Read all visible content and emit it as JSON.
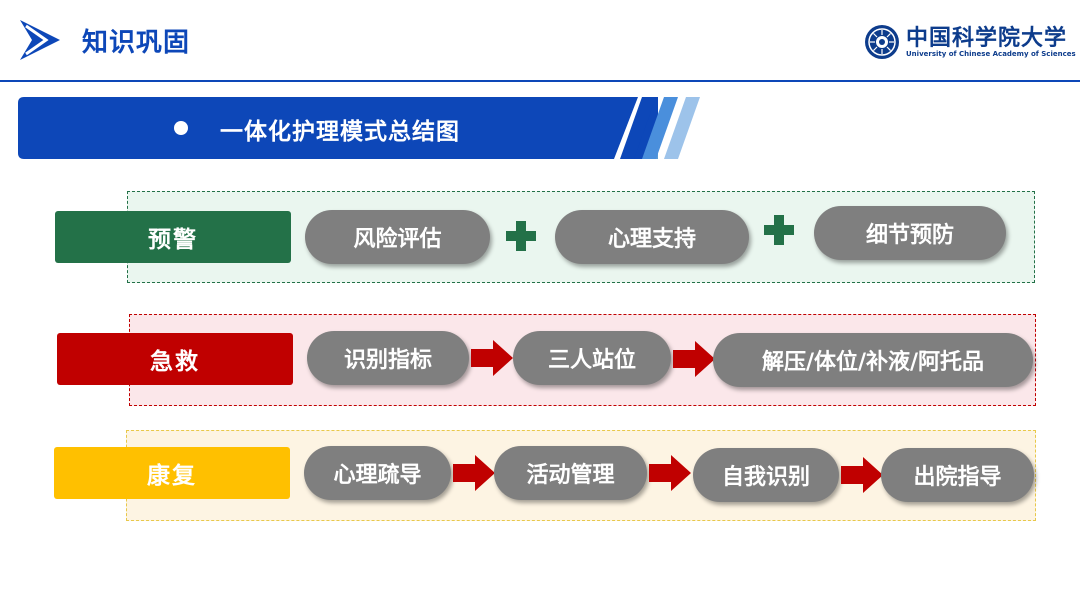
{
  "header": {
    "title": "知识巩固",
    "university_cn": "中国科学院大学",
    "university_en": "University of Chinese Academy of Sciences"
  },
  "banner": {
    "title": "一体化护理模式总结图"
  },
  "colors": {
    "brand_blue": "#0d47b8",
    "warning_green": "#237148",
    "rescue_red": "#c00000",
    "recovery_yellow": "#ffc000",
    "pill_gray": "#7f7f7f"
  },
  "rows": [
    {
      "tag": "预警",
      "connector": "plus-icon",
      "steps": [
        "风险评估",
        "心理支持",
        "细节预防"
      ]
    },
    {
      "tag": "急救",
      "connector": "arrow-right-icon",
      "steps": [
        "识别指标",
        "三人站位",
        "解压/体位/补液/阿托品"
      ]
    },
    {
      "tag": "康复",
      "connector": "arrow-right-icon",
      "steps": [
        "心理疏导",
        "活动管理",
        "自我识别",
        "出院指导"
      ]
    }
  ]
}
